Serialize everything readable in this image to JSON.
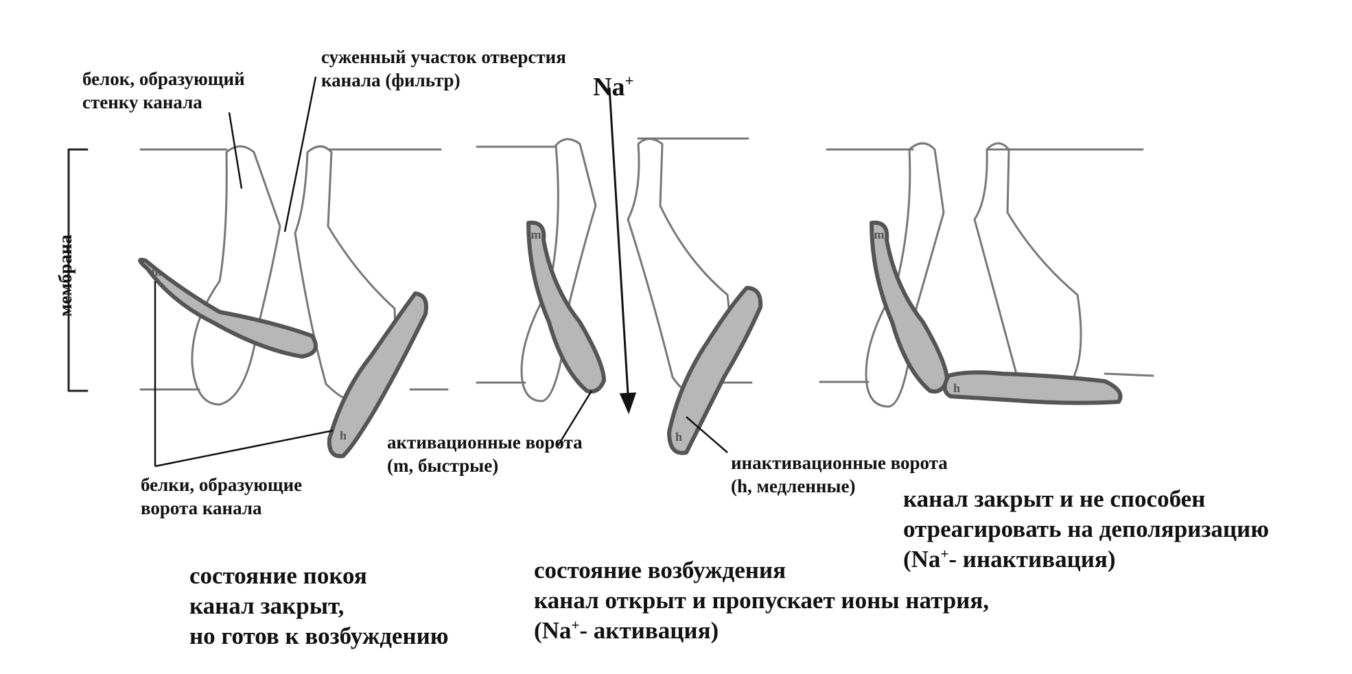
{
  "labels": {
    "wall_protein": [
      "белок, образующий",
      "стенку канала"
    ],
    "filter": [
      "суженный участок отверстия",
      "канала (фильтр)"
    ],
    "na_ion": {
      "base": "Na",
      "sup": "+"
    },
    "membrane": "мембрана",
    "activation_gate": [
      "активационные ворота",
      "(m, быстрые)"
    ],
    "inactivation_gate": [
      "инактивационные ворота",
      "(h, медленные)"
    ],
    "gate_proteins": [
      "белки, образующие",
      "ворота канала"
    ],
    "gate_letter_m": "m",
    "gate_letter_h": "h"
  },
  "states": {
    "rest": [
      "состояние покоя",
      "канал закрыт,",
      "но готов к возбуждению"
    ],
    "excited": {
      "line1": "состояние возбуждения",
      "line2": "канал открыт и пропускает ионы натрия,",
      "line3_pre": "(Na",
      "line3_sup": "+",
      "line3_post": "- активация)"
    },
    "inactivated": {
      "line1": "канал закрыт и не способен",
      "line2": "отреагировать на деполяризацию",
      "line3_pre": "(Na",
      "line3_sup": "+",
      "line3_post": "- инактивация)"
    }
  },
  "colors": {
    "outline": "#666666",
    "gate_fill": "#b7b7b7",
    "gate_stroke": "#555555",
    "text": "#111111"
  }
}
